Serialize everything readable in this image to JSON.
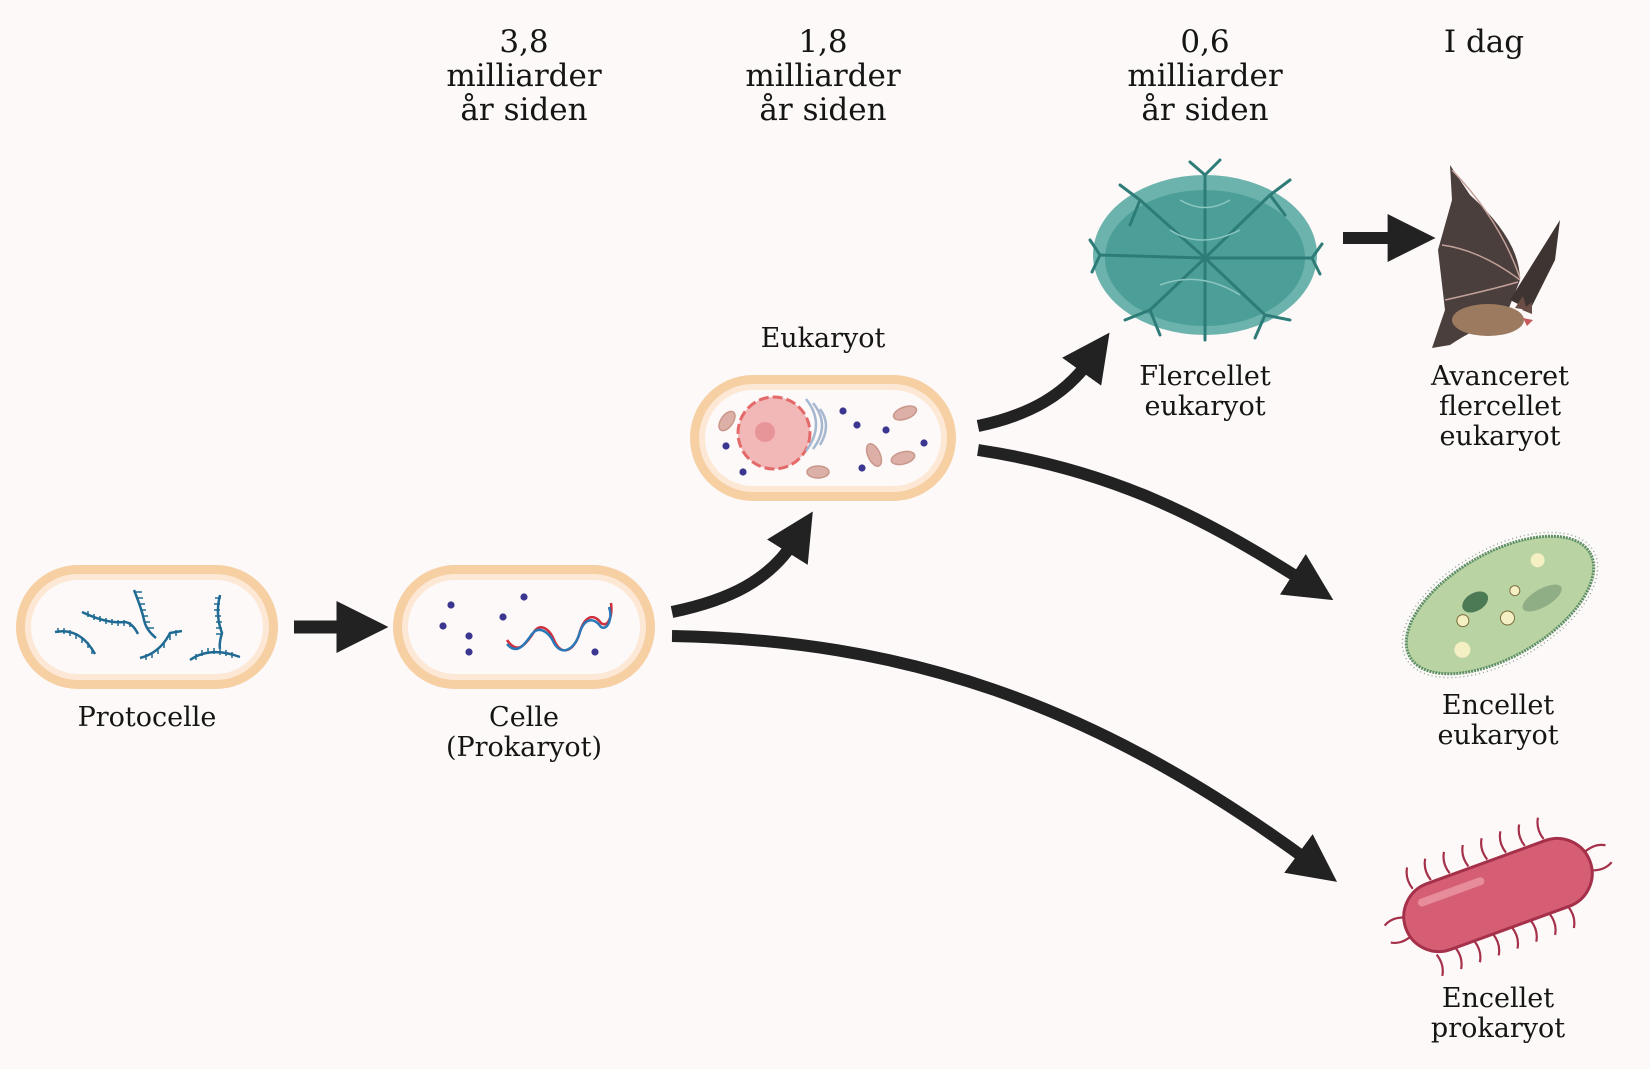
{
  "timeline": [
    {
      "line1": "3,8",
      "line2": "milliarder",
      "line3": "år siden"
    },
    {
      "line1": "1,8",
      "line2": "milliarder",
      "line3": "år siden"
    },
    {
      "line1": "0,6",
      "line2": "milliarder",
      "line3": "år siden"
    },
    {
      "line1": "I dag"
    }
  ],
  "nodes": {
    "protocell": {
      "label": "Protocelle",
      "icon": "protocell-icon"
    },
    "prokaryote_cell": {
      "label_line1": "Celle",
      "label_line2": "(Prokaryot)",
      "icon": "prokaryote-cell-icon"
    },
    "eukaryote": {
      "label": "Eukaryot",
      "icon": "eukaryote-cell-icon"
    },
    "multicellular_eukaryote": {
      "label_line1": "Flercellet",
      "label_line2": "eukaryot",
      "icon": "lichen-icon"
    },
    "advanced_multicellular_eukaryote": {
      "label_line1": "Avanceret",
      "label_line2": "flercellet",
      "label_line3": "eukaryot",
      "icon": "bat-icon"
    },
    "unicellular_eukaryote": {
      "label_line1": "Encellet",
      "label_line2": "eukaryot",
      "icon": "paramecium-icon"
    },
    "unicellular_prokaryote": {
      "label_line1": "Encellet",
      "label_line2": "prokaryot",
      "icon": "bacterium-icon"
    }
  },
  "edges": [
    {
      "from": "protocell",
      "to": "prokaryote_cell"
    },
    {
      "from": "prokaryote_cell",
      "to": "eukaryote"
    },
    {
      "from": "prokaryote_cell",
      "to": "unicellular_prokaryote"
    },
    {
      "from": "eukaryote",
      "to": "multicellular_eukaryote"
    },
    {
      "from": "eukaryote",
      "to": "unicellular_eukaryote"
    },
    {
      "from": "multicellular_eukaryote",
      "to": "advanced_multicellular_eukaryote"
    }
  ],
  "colors": {
    "background": "#fdf9f8",
    "arrow": "#222222",
    "membrane_outer": "#f6cfa3",
    "membrane_inner": "#fde8d6",
    "rna": "#1f6b93",
    "dna_red": "#d22f3c",
    "dna_blue": "#2a78b8",
    "ribosome": "#3b3790",
    "nucleus": "#f2b7b7",
    "nucleus_border": "#e46a6a",
    "mitochondria": "#c9978c",
    "golgi": "#a6b8cf",
    "lichen": "#4c9e98",
    "lichen_dark": "#2d7c78",
    "bat_wing": "#4a3f3c",
    "bat_body": "#9c7a60",
    "paramecium": "#b9d3a3",
    "paramecium_border": "#5e8f66",
    "bacterium": "#d65e74",
    "bacterium_border": "#a5304a"
  }
}
